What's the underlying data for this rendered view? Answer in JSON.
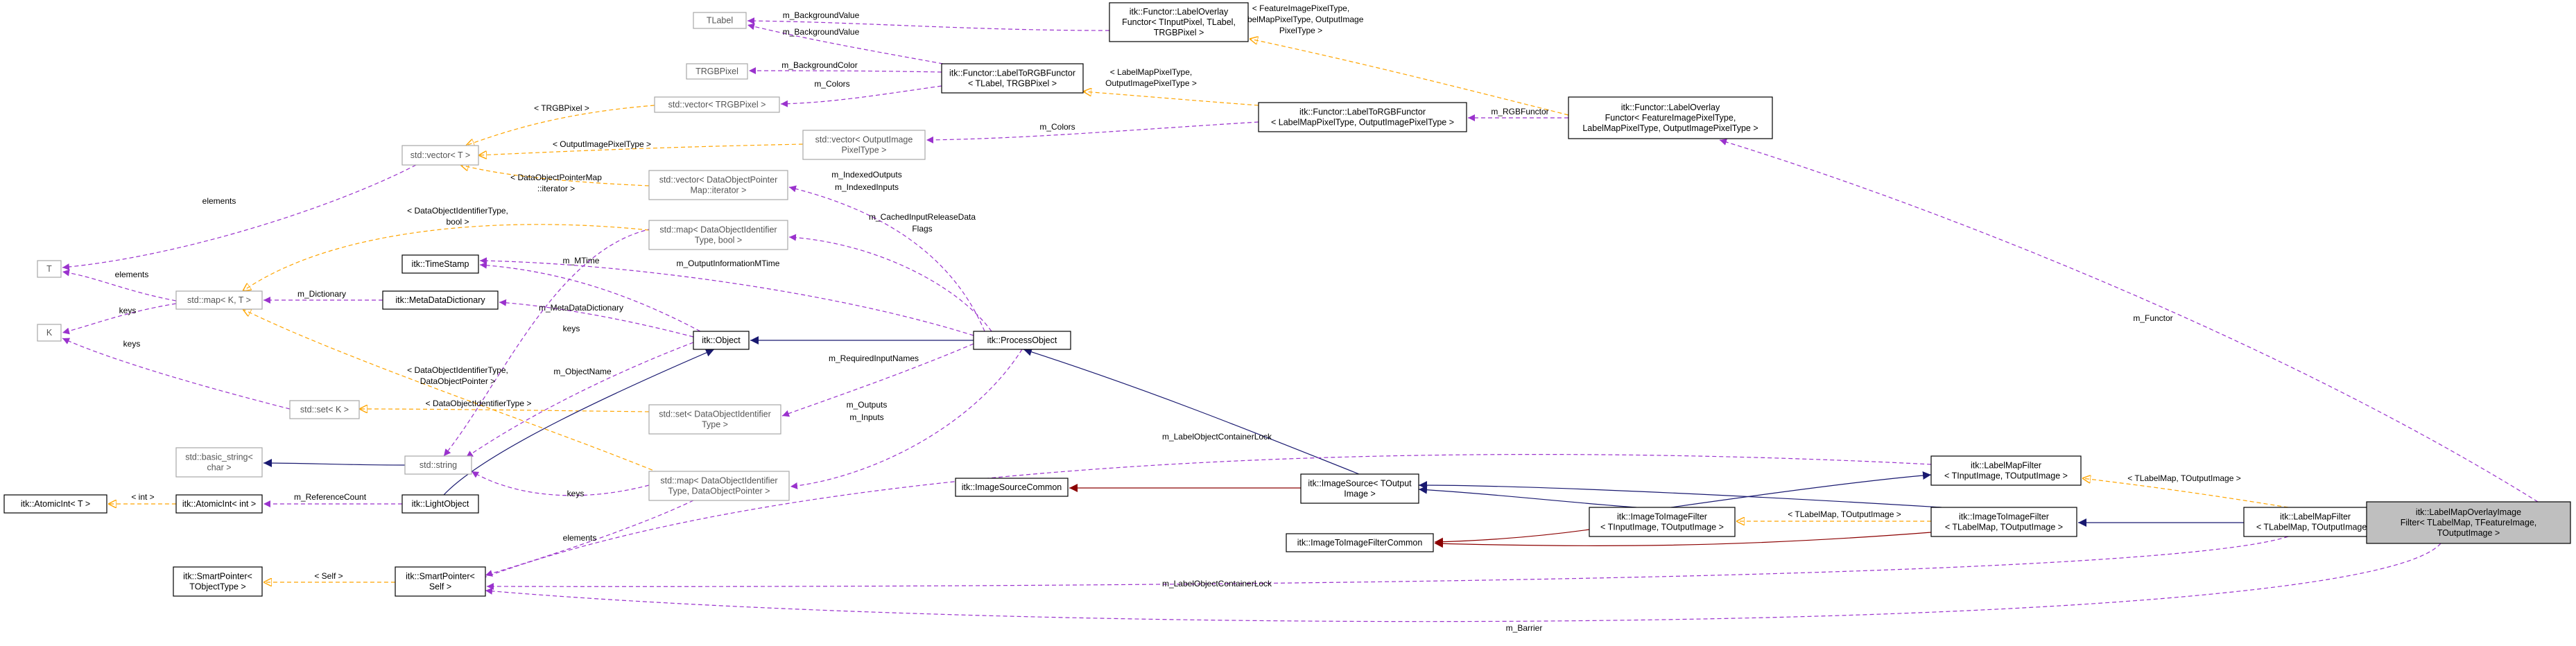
{
  "diagram": {
    "nodes": [
      {
        "id": "tlabel",
        "lines": [
          "TLabel"
        ],
        "style": "grey"
      },
      {
        "id": "labeloverlay_functor",
        "lines": [
          "itk::Functor::LabelOverlay",
          "Functor< TInputPixel, TLabel,",
          "TRGBPixel >"
        ],
        "style": "solid"
      },
      {
        "id": "trgbpixel",
        "lines": [
          "TRGBPixel"
        ],
        "style": "grey"
      },
      {
        "id": "labeltorgb_functor",
        "lines": [
          "itk::Functor::LabelToRGBFunctor",
          "< TLabel, TRGBPixel >"
        ],
        "style": "solid"
      },
      {
        "id": "vector_trgbpixel",
        "lines": [
          "std::vector< TRGBPixel >"
        ],
        "style": "grey"
      },
      {
        "id": "labeltorgb_labelmap",
        "lines": [
          "itk::Functor::LabelToRGBFunctor",
          "< LabelMapPixelType, OutputImagePixelType >"
        ],
        "style": "solid"
      },
      {
        "id": "labeloverlay_feature",
        "lines": [
          "itk::Functor::LabelOverlay",
          "Functor< FeatureImagePixelType,",
          "LabelMapPixelType, OutputImagePixelType >"
        ],
        "style": "solid"
      },
      {
        "id": "vector_t",
        "lines": [
          "std::vector< T >"
        ],
        "style": "grey"
      },
      {
        "id": "vector_outputpixel",
        "lines": [
          "std::vector< OutputImage",
          "PixelType >"
        ],
        "style": "grey"
      },
      {
        "id": "vector_dop_iter",
        "lines": [
          "std::vector< DataObjectPointer",
          "Map::iterator >"
        ],
        "style": "grey"
      },
      {
        "id": "map_doid_bool",
        "lines": [
          "std::map< DataObjectIdentifier",
          "Type, bool >"
        ],
        "style": "grey"
      },
      {
        "id": "t",
        "lines": [
          "T"
        ],
        "style": "grey"
      },
      {
        "id": "timestamp",
        "lines": [
          "itk::TimeStamp"
        ],
        "style": "solid"
      },
      {
        "id": "map_k_t",
        "lines": [
          "std::map< K, T >"
        ],
        "style": "grey"
      },
      {
        "id": "metadatadictionary",
        "lines": [
          "itk::MetaDataDictionary"
        ],
        "style": "solid"
      },
      {
        "id": "k",
        "lines": [
          "K"
        ],
        "style": "grey"
      },
      {
        "id": "object",
        "lines": [
          "itk::Object"
        ],
        "style": "solid"
      },
      {
        "id": "processobject",
        "lines": [
          "itk::ProcessObject"
        ],
        "style": "solid"
      },
      {
        "id": "set_k",
        "lines": [
          "std::set< K >"
        ],
        "style": "grey"
      },
      {
        "id": "set_doid",
        "lines": [
          "std::set< DataObjectIdentifier",
          "Type >"
        ],
        "style": "grey"
      },
      {
        "id": "basic_string",
        "lines": [
          "std::basic_string<",
          "char >"
        ],
        "style": "grey"
      },
      {
        "id": "string",
        "lines": [
          "std::string"
        ],
        "style": "grey"
      },
      {
        "id": "labelmapfilter_in",
        "lines": [
          "itk::LabelMapFilter",
          "< TInputImage, TOutputImage >"
        ],
        "style": "solid"
      },
      {
        "id": "imagesourcecommon",
        "lines": [
          "itk::ImageSourceCommon"
        ],
        "style": "solid"
      },
      {
        "id": "imagesource",
        "lines": [
          "itk::ImageSource< TOutput",
          "Image >"
        ],
        "style": "solid"
      },
      {
        "id": "atomicint_t",
        "lines": [
          "itk::AtomicInt< T >"
        ],
        "style": "solid"
      },
      {
        "id": "atomicint_int",
        "lines": [
          "itk::AtomicInt< int >"
        ],
        "style": "solid"
      },
      {
        "id": "lightobject",
        "lines": [
          "itk::LightObject"
        ],
        "style": "solid"
      },
      {
        "id": "map_doid_dop",
        "lines": [
          "std::map< DataObjectIdentifier",
          "Type, DataObjectPointer >"
        ],
        "style": "grey"
      },
      {
        "id": "imagetoimagefilter_in",
        "lines": [
          "itk::ImageToImageFilter",
          "< TInputImage, TOutputImage >"
        ],
        "style": "solid"
      },
      {
        "id": "imagetoimagefilter_labelmap",
        "lines": [
          "itk::ImageToImageFilter",
          "< TLabelMap, TOutputImage >"
        ],
        "style": "solid"
      },
      {
        "id": "labelmapfilter_labelmap",
        "lines": [
          "itk::LabelMapFilter",
          "< TLabelMap, TOutputImage >"
        ],
        "style": "solid"
      },
      {
        "id": "labelmapoverlay",
        "lines": [
          "itk::LabelMapOverlayImage",
          "Filter< TLabelMap, TFeatureImage,",
          "TOutputImage >"
        ],
        "style": "target"
      },
      {
        "id": "imagetoimagefiltercommon",
        "lines": [
          "itk::ImageToImageFilterCommon"
        ],
        "style": "solid"
      },
      {
        "id": "smartpointer_t",
        "lines": [
          "itk::SmartPointer<",
          "TObjectType >"
        ],
        "style": "solid"
      },
      {
        "id": "smartpointer_self",
        "lines": [
          "itk::SmartPointer<",
          "Self >"
        ],
        "style": "solid"
      }
    ],
    "edges": [
      {
        "id": "e_bgvalue1",
        "kind": "usage",
        "labels": [
          "m_BackgroundValue"
        ]
      },
      {
        "id": "e_bgvalue2",
        "kind": "usage",
        "labels": [
          "m_BackgroundValue"
        ]
      },
      {
        "id": "e_tmpl_overlay",
        "kind": "template",
        "labels": [
          "< FeatureImagePixelType,",
          "LabelMapPixelType, OutputImage",
          "PixelType >"
        ]
      },
      {
        "id": "e_bgcolor",
        "kind": "usage",
        "labels": [
          "m_BackgroundColor"
        ]
      },
      {
        "id": "e_colors1",
        "kind": "usage",
        "labels": [
          "m_Colors"
        ]
      },
      {
        "id": "e_tmpl_labeltorgb",
        "kind": "template",
        "labels": [
          "< LabelMapPixelType,",
          "OutputImagePixelType >"
        ]
      },
      {
        "id": "e_rgbfunctor",
        "kind": "usage",
        "labels": [
          "m_RGBFunctor"
        ]
      },
      {
        "id": "e_colors2",
        "kind": "usage",
        "labels": [
          "m_Colors"
        ]
      },
      {
        "id": "e_tmpl_trgb",
        "kind": "template",
        "labels": [
          "< TRGBPixel >"
        ]
      },
      {
        "id": "e_tmpl_outpix",
        "kind": "template",
        "labels": [
          "< OutputImagePixelType >"
        ]
      },
      {
        "id": "e_tmpl_dopmap",
        "kind": "template",
        "labels": [
          "< DataObjectPointerMap",
          "::iterator >"
        ]
      },
      {
        "id": "e_elements1",
        "kind": "usage",
        "labels": [
          "elements"
        ]
      },
      {
        "id": "e_indexed",
        "kind": "usage",
        "labels": [
          "m_IndexedOutputs",
          "m_IndexedInputs"
        ]
      },
      {
        "id": "e_cached",
        "kind": "usage",
        "labels": [
          "m_CachedInputReleaseData",
          "Flags"
        ]
      },
      {
        "id": "e_tmpl_doidbool",
        "kind": "template",
        "labels": [
          "< DataObjectIdentifierType,",
          "bool >"
        ]
      },
      {
        "id": "e_elements2",
        "kind": "usage",
        "labels": [
          "elements"
        ]
      },
      {
        "id": "e_mtime",
        "kind": "usage",
        "labels": [
          "m_MTime"
        ]
      },
      {
        "id": "e_outinfo",
        "kind": "usage",
        "labels": [
          "m_OutputInformationMTime"
        ]
      },
      {
        "id": "e_dictionary",
        "kind": "usage",
        "labels": [
          "m_Dictionary"
        ]
      },
      {
        "id": "e_keys1",
        "kind": "usage",
        "labels": [
          "keys"
        ]
      },
      {
        "id": "e_metadata",
        "kind": "usage",
        "labels": [
          "m_MetaDataDictionary"
        ]
      },
      {
        "id": "e_keys2",
        "kind": "usage",
        "labels": [
          "keys"
        ]
      },
      {
        "id": "e_keys3",
        "kind": "usage",
        "labels": [
          "keys"
        ]
      },
      {
        "id": "e_tmpl_doiddop",
        "kind": "template",
        "labels": [
          "< DataObjectIdentifierType,",
          "DataObjectPointer >"
        ]
      },
      {
        "id": "e_reqinput",
        "kind": "usage",
        "labels": [
          "m_RequiredInputNames"
        ]
      },
      {
        "id": "e_objectname",
        "kind": "usage",
        "labels": [
          "m_ObjectName"
        ]
      },
      {
        "id": "e_inh_object_process",
        "kind": "inherit",
        "labels": []
      },
      {
        "id": "e_tmpl_doidtype",
        "kind": "template",
        "labels": [
          "< DataObjectIdentifierType >"
        ]
      },
      {
        "id": "e_functor",
        "kind": "usage",
        "labels": [
          "m_Functor"
        ]
      },
      {
        "id": "e_outputs",
        "kind": "usage",
        "labels": [
          "m_Outputs",
          "m_Inputs"
        ]
      },
      {
        "id": "e_keys4",
        "kind": "usage",
        "labels": [
          "keys"
        ]
      },
      {
        "id": "e_inh_string",
        "kind": "inherit",
        "labels": []
      },
      {
        "id": "e_inh_process_source",
        "kind": "inherit",
        "labels": []
      },
      {
        "id": "e_lcl1",
        "kind": "usage",
        "labels": [
          "m_LabelObjectContainerLock"
        ]
      },
      {
        "id": "e_tmpl_labelmapfilter",
        "kind": "template",
        "labels": [
          "< TLabelMap, TOutputImage >"
        ]
      },
      {
        "id": "e_inh_sourcecommon",
        "kind": "inheritp",
        "labels": []
      },
      {
        "id": "e_tmpl_int",
        "kind": "template",
        "labels": [
          "< int >"
        ]
      },
      {
        "id": "e_refcount",
        "kind": "usage",
        "labels": [
          "m_ReferenceCount"
        ]
      },
      {
        "id": "e_inh_light_object",
        "kind": "inherit",
        "labels": []
      },
      {
        "id": "e_elements3",
        "kind": "usage",
        "labels": [
          "elements"
        ]
      },
      {
        "id": "e_inh_source_i2i",
        "kind": "inherit",
        "labels": []
      },
      {
        "id": "e_inh_i2i_lmf",
        "kind": "inherit",
        "labels": []
      },
      {
        "id": "e_inh_source_i2ilm",
        "kind": "inherit",
        "labels": []
      },
      {
        "id": "e_tmpl_i2i",
        "kind": "template",
        "labels": [
          "< TLabelMap, TOutputImage >"
        ]
      },
      {
        "id": "e_inh_i2ilm_lmflm",
        "kind": "inherit",
        "labels": []
      },
      {
        "id": "e_inh_lmflm_overlay",
        "kind": "inherit",
        "labels": []
      },
      {
        "id": "e_inh_common_i2i",
        "kind": "inheritp",
        "labels": []
      },
      {
        "id": "e_inh_common_i2ilm",
        "kind": "inheritp",
        "labels": []
      },
      {
        "id": "e_tmpl_self",
        "kind": "template",
        "labels": [
          "< Self >"
        ]
      },
      {
        "id": "e_lcl2",
        "kind": "usage",
        "labels": [
          "m_LabelObjectContainerLock"
        ]
      },
      {
        "id": "e_barrier",
        "kind": "usage",
        "labels": [
          "m_Barrier"
        ]
      }
    ]
  }
}
